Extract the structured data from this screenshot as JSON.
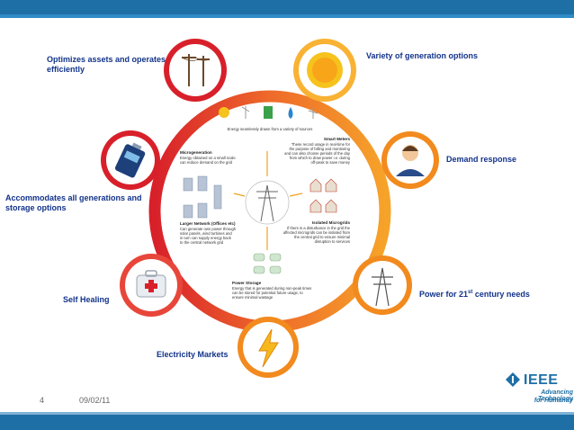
{
  "slide": {
    "page_number": "4",
    "date": "09/02/11"
  },
  "labels": {
    "top_left": "Optimizes assets and operates efficiently",
    "top_right": "Variety of generation options",
    "right_upper": "Demand response",
    "left_middle": "Accommodates all generations and storage options",
    "right_lower_prefix": "Power for 21",
    "right_lower_sup": "st",
    "right_lower_suffix": " century needs",
    "left_lower": "Self Healing",
    "bottom": "Electricity Markets"
  },
  "inner": {
    "sources_caption": "Energy seamlessly drawn from a variety of sources",
    "micro_title": "Microgeneration",
    "micro_text": [
      "Energy obtained on a small scale",
      "can reduce demand on the grid"
    ],
    "smart_title": "Smart Meters",
    "smart_text": [
      "These record usage in real-time for",
      "the purpose of billing and monitoring",
      "and can also choose periods of the day",
      "from which to draw power i.e. during",
      "off-peak to save money"
    ],
    "larger_title": "Larger Network (Offices etc)",
    "larger_text": [
      "Can generate own power through",
      "solar panels, wind turbines and",
      "in turn can supply energy back",
      "to the central network grid"
    ],
    "isolated_title": "Isolated Microgrids",
    "isolated_text": [
      "If there is a disturbance in the grid the",
      "affected microgrids can be isolated from",
      "the central grid to ensure minimal",
      "disruption to services"
    ],
    "storage_title": "Power Storage",
    "storage_text": [
      "Energy that is generated during non-peak times",
      "can be stored for potential future usage, to",
      "ensure minimal wastage"
    ]
  },
  "icons": {
    "top_left": "utility-poles-icon",
    "top_right": "sun-icon",
    "right_upper": "user-icon",
    "left_middle": "battery-icon",
    "right_lower": "transmission-tower-icon",
    "left_lower": "first-aid-kit-icon",
    "bottom": "lightning-bolt-icon"
  },
  "logo": {
    "word": "IEEE",
    "tagline_1": "Advancing Technology",
    "tagline_2": "for Humanity"
  },
  "colors": {
    "header_blue": "#1e6fa5",
    "label_blue": "#12338a",
    "red": "#d8202a",
    "orange": "#f28a1e",
    "yellow": "#f9b233"
  }
}
